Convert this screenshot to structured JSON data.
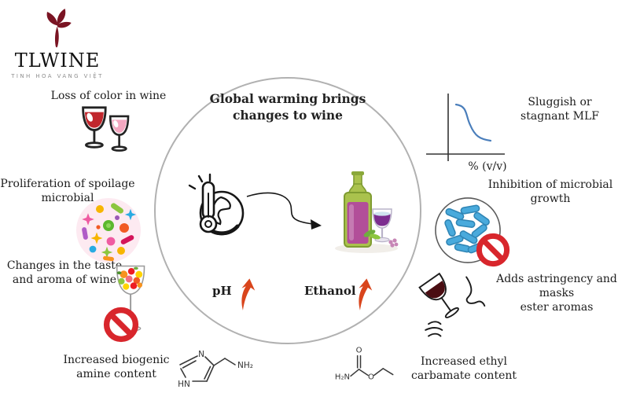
{
  "logo": {
    "brand": "TLWINE",
    "tagline": "TINH HOA VANG VIỆT",
    "mark_icon": "wine-splash-icon",
    "mark_color": "#7a1423"
  },
  "center_circle": {
    "title_line1": "Global warming",
    "title_line2": "brings changes to wine",
    "cause_icon": "globe-thermometer-icon",
    "flow_icon": "curved-arrow-icon",
    "result_icon": "wine-bottle-glass-icon",
    "metrics": [
      {
        "label": "pH",
        "trend": "up",
        "trend_icon": "up-arrow-icon"
      },
      {
        "label": "Ethanol",
        "trend": "up",
        "trend_icon": "up-arrow-icon"
      }
    ],
    "trend_arrow_color": "#d9451c"
  },
  "left_effects": [
    {
      "line1": "Loss of color in wine",
      "line2": "",
      "icon": "wine-glasses-icon"
    },
    {
      "line1": "Proliferation of spoilage",
      "line2": "microbial",
      "icon": "microbes-icon"
    },
    {
      "line1": "Changes in the taste",
      "line2": "and aroma of wine",
      "icon": "fruit-glass-prohibition-icon"
    },
    {
      "line1": "Increased biogenic",
      "line2": "amine content",
      "icon": "histamine-structure-icon"
    }
  ],
  "right_effects": [
    {
      "line1": "Sluggish or",
      "line2": "stagnant MLF",
      "icon": "declining-curve-chart-icon"
    },
    {
      "line1": "Inhibition of microbial",
      "line2": "growth",
      "icon": "bacteria-prohibition-icon"
    },
    {
      "line1": "Adds astringency and masks",
      "line2": "ester aromas",
      "icon": "wine-sniffing-icon"
    },
    {
      "line1": "Increased ethyl",
      "line2": "carbamate content",
      "icon": "ethyl-carbamate-structure-icon"
    }
  ],
  "mini_chart": {
    "type": "line",
    "xlabel": "% (v/v)",
    "curve_color": "#4a7ebb",
    "trend": "decreasing sigmoid"
  },
  "chem": {
    "histamine": {
      "n": "N",
      "hn": "HN",
      "nh2": "NH₂"
    },
    "ethyl_carbamate": {
      "h2n": "H₂N",
      "o_carbonyl": "O",
      "o_ester": "O"
    }
  },
  "colors": {
    "prohibition_red": "#d8262c",
    "circle_border": "#b1b1b1",
    "red_wine": "#c1272d",
    "pink_wine": "#f3a7c0",
    "bacteria_blue": "#49aadc"
  }
}
